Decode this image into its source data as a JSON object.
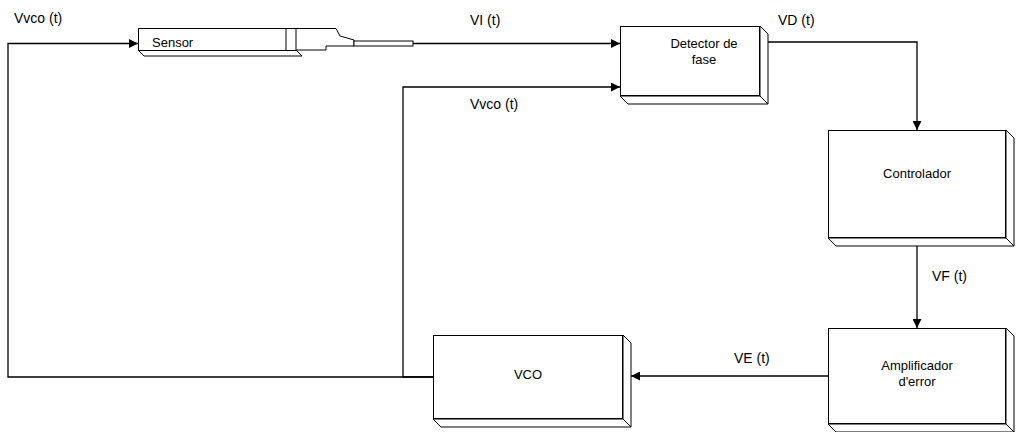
{
  "diagram": {
    "nodes": [
      {
        "text": [
          "Sensor"
        ]
      },
      {
        "text": [
          "Detector de fase"
        ]
      },
      {
        "text": [
          "Controlador"
        ]
      },
      {
        "text": [
          "Amplificador d'error"
        ]
      },
      {
        "text": [
          "VCO"
        ]
      }
    ],
    "edges": [
      {
        "from": 4,
        "to": 0,
        "arrow": "to",
        "label": "Vvco (t)"
      },
      {
        "from": 4,
        "to": 1,
        "arrow": "to",
        "label": "Vvco (t)"
      },
      {
        "from": 0,
        "to": 1,
        "arrow": "to",
        "label": "VI (t)"
      },
      {
        "from": 1,
        "to": 2,
        "arrow": "to",
        "label": "VD (t)"
      },
      {
        "from": 2,
        "to": 3,
        "arrow": "to",
        "label": "VF (t)"
      },
      {
        "from": 3,
        "to": 4,
        "arrow": "to",
        "label": "VE (t)"
      }
    ]
  }
}
